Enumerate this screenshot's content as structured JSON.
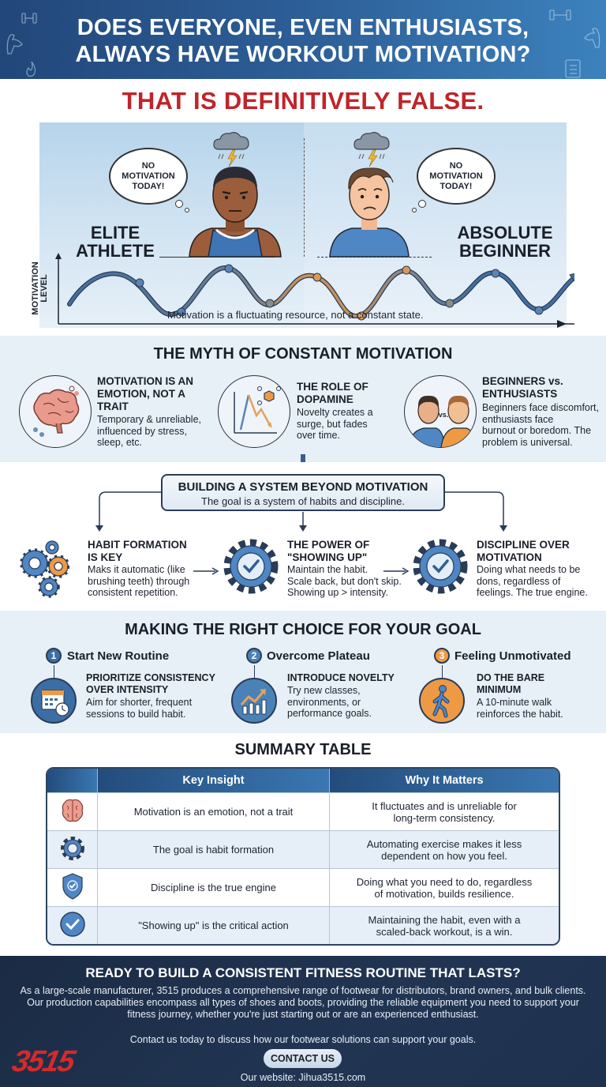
{
  "header": {
    "title_line1": "DOES EVERYONE, EVEN ENTHUSIASTS,",
    "title_line2": "ALWAYS HAVE WORKOUT MOTIVATION?",
    "decor_icons": [
      "dumbbell-icon",
      "flexed-arm-icon",
      "flame-icon",
      "clipboard-icon"
    ]
  },
  "verdict": "THAT IS DEFINITIVELY FALSE.",
  "hero": {
    "left_label_line1": "ELITE",
    "left_label_line2": "ATHLETE",
    "right_label_line1": "ABSOLUTE",
    "right_label_line2": "BEGINNER",
    "thought_line1": "NO",
    "thought_line2": "MOTIVATION",
    "thought_line3": "TODAY!",
    "y_axis_line1": "MOTIVATION",
    "y_axis_line2": "LEVEL",
    "caption": "Motivation is a fluctuating resource, not a constant state.",
    "colors": {
      "wave_blue": "#3f6fa3",
      "wave_gray": "#7d8590",
      "wave_orange": "#d99a55"
    }
  },
  "myth": {
    "title": "THE MYTH OF CONSTANT MOTIVATION",
    "items": [
      {
        "icon": "brain-icon",
        "title_line1": "MOTIVATION IS AN",
        "title_line2": "EMOTION, NOT A",
        "title_line3": "TRAIT",
        "body_line1": "Temporary & unreliable,",
        "body_line2": "influenced by stress,",
        "body_line3": "sleep, etc."
      },
      {
        "icon": "dopamine-chart-icon",
        "title_line1": "THE ROLE OF",
        "title_line2": "DOPAMINE",
        "body_line1": "Novelty creates a",
        "body_line2": "surge, but fades",
        "body_line3": "over time."
      },
      {
        "icon": "beginner-vs-enthusiast-icon",
        "vs": "vs.",
        "title_line1": "BEGINNERS vs.",
        "title_line2": "ENTHUSIASTS",
        "body_line1": "Beginners face discomfort,",
        "body_line2": "enthusiasts face",
        "body_line3": "burnout or boredom. The",
        "body_line4": "problem is universal."
      }
    ]
  },
  "system": {
    "title": "BUILDING A SYSTEM BEYOND MOTIVATION",
    "subtitle": "The goal is a system of habits and discipline.",
    "items": [
      {
        "icon": "gears-icon",
        "title_line1": "HABIT FORMATION",
        "title_line2": "IS KEY",
        "body_line1": "Maks it automatic (like",
        "body_line2": "brushing teeth) through",
        "body_line3": "consistent repetition."
      },
      {
        "icon": "gear-check-icon",
        "title_line1": "THE POWER OF",
        "title_line2": "\"SHOWING UP\"",
        "body_line1": "Maintain the habit.",
        "body_line2": "Scale back, but don't skip.",
        "body_line3": "Showing up > intensity."
      },
      {
        "icon": "gear-check-icon",
        "title_line1": "DISCIPLINE OVER",
        "title_line2": "MOTIVATION",
        "body_line1": "Doing what needs to be",
        "body_line2": "dons, regardless of",
        "body_line3": "feelings. The true engine."
      }
    ]
  },
  "choice": {
    "title": "MAKING THE RIGHT CHOICE FOR YOUR GOAL",
    "items": [
      {
        "num": "1",
        "heading": "Start New Routine",
        "icon": "calendar-clock-icon",
        "title_line1": "PRIORITIZE CONSISTENCY",
        "title_line2": "OVER INTENSITY",
        "body_line1": "Aim for shorter, frequent",
        "body_line2": "sessions to build habit.",
        "color": "#3c6ea6"
      },
      {
        "num": "2",
        "heading": "Overcome Plateau",
        "icon": "growth-chart-icon",
        "title_line1": "INTRODUCE NOVELTY",
        "body_line1": "Try new classes,",
        "body_line2": "environments, or",
        "body_line3": "performance goals.",
        "color": "#4a82b8"
      },
      {
        "num": "3",
        "heading": "Feeling Unmotivated",
        "icon": "walking-person-icon",
        "title_line1": "DO THE BARE",
        "title_line2": "MINIMUM",
        "body_line1": "A 10-minute walk",
        "body_line2": "reinforces the habit.",
        "color": "#ee9a45"
      }
    ]
  },
  "summary": {
    "title": "SUMMARY TABLE",
    "headers": [
      "",
      "Key Insight",
      "Why It Matters"
    ],
    "rows": [
      {
        "icon": "brain-icon",
        "insight": "Motivation is an emotion, not a trait",
        "why_line1": "It fluctuates and is unreliable for",
        "why_line2": "long-term consistency."
      },
      {
        "icon": "gear-icon",
        "insight": "The goal is habit formation",
        "why_line1": "Automating exercise makes it less",
        "why_line2": "dependent on how you feel."
      },
      {
        "icon": "shield-check-icon",
        "insight": "Discipline is the true engine",
        "why_line1": "Doing what you need to do, regardless",
        "why_line2": "of motivation, builds resilience."
      },
      {
        "icon": "check-circle-icon",
        "insight": "\"Showing up\" is the critical action",
        "why_line1": "Maintaining the habit, even with a",
        "why_line2": "scaled-back workout, is a win."
      }
    ]
  },
  "footer": {
    "title": "READY TO BUILD A CONSISTENT FITNESS ROUTINE THAT LASTS?",
    "body_line1": "As a large-scale manufacturer, 3515 produces a comprehensive range of footwear for distributors, brand owners, and bulk clients.",
    "body_line2": "Our production capabilities encompass all types of shoes and boots, providing the reliable equipment you need to support your",
    "body_line3": "fitness journey, whether you're just starting out or are an experienced enthusiast.",
    "contact_text": "Contact us today to discuss how our footwear solutions can support your goals.",
    "contact_button": "CONTACT US",
    "website": "Our website: Jihua3515.com",
    "logo": "3515",
    "colors": {
      "logo_red": "#d42a2a",
      "bg": "#1e3050"
    }
  }
}
